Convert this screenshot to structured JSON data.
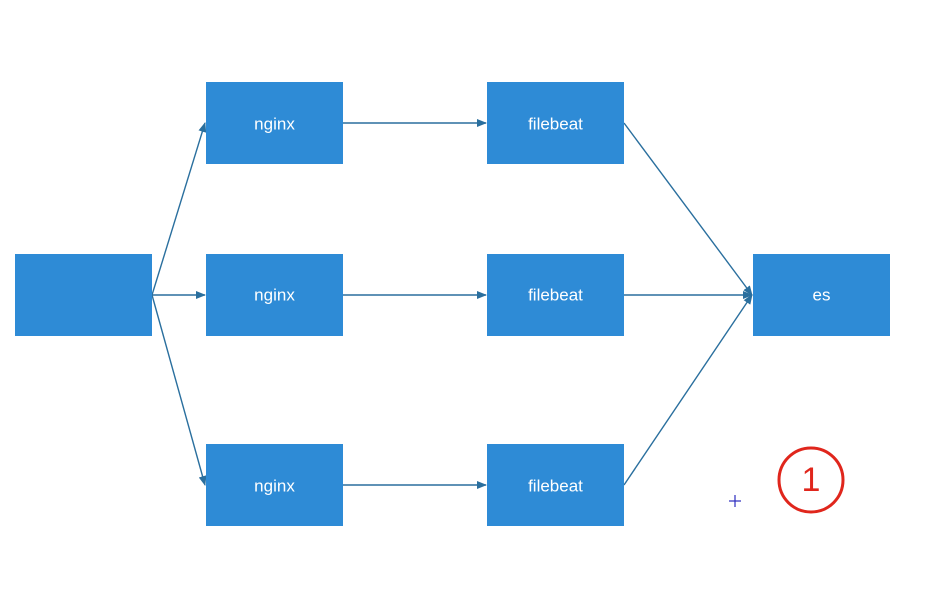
{
  "diagram": {
    "nodes": [
      {
        "id": "source",
        "label": ""
      },
      {
        "id": "nginx-1",
        "label": "nginx"
      },
      {
        "id": "nginx-2",
        "label": "nginx"
      },
      {
        "id": "nginx-3",
        "label": "nginx"
      },
      {
        "id": "filebeat-1",
        "label": "filebeat"
      },
      {
        "id": "filebeat-2",
        "label": "filebeat"
      },
      {
        "id": "filebeat-3",
        "label": "filebeat"
      },
      {
        "id": "es",
        "label": "es"
      }
    ],
    "edges": [
      {
        "from": "source",
        "to": "nginx-1"
      },
      {
        "from": "source",
        "to": "nginx-2"
      },
      {
        "from": "source",
        "to": "nginx-3"
      },
      {
        "from": "nginx-1",
        "to": "filebeat-1"
      },
      {
        "from": "nginx-2",
        "to": "filebeat-2"
      },
      {
        "from": "nginx-3",
        "to": "filebeat-3"
      },
      {
        "from": "filebeat-1",
        "to": "es"
      },
      {
        "from": "filebeat-2",
        "to": "es"
      },
      {
        "from": "filebeat-3",
        "to": "es"
      }
    ],
    "badge": "1",
    "colors": {
      "box": "#2e8bd6",
      "edge": "#2a6f9e",
      "badge": "#e0261c",
      "cursor": "#2b2bbf"
    }
  }
}
